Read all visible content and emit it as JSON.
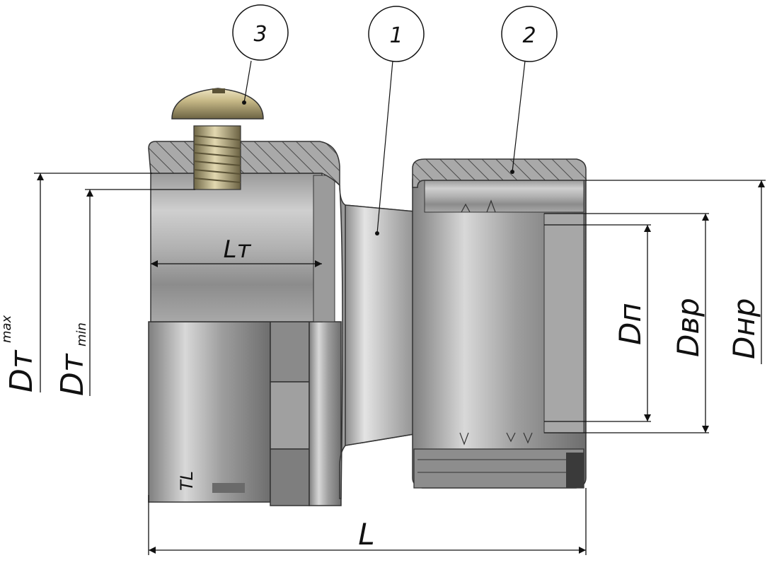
{
  "callouts": {
    "c1": "1",
    "c2": "2",
    "c3": "3"
  },
  "dimensions": {
    "dt_max_main": "Dт",
    "dt_max_sup": "max",
    "dt_min_main": "Dт",
    "dt_min_sub": "min",
    "lt": "Lт",
    "dp": "Dп",
    "dvr": "Dвр",
    "dnr": "Dнр",
    "l": "L"
  },
  "marking": {
    "text": "ТL"
  }
}
